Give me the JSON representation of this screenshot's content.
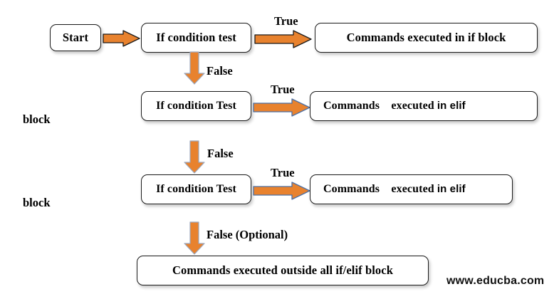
{
  "diagram": {
    "title": "Python if / elif / else flow chart",
    "colors": {
      "arrow_fill": "#E8822E",
      "arrow_fill_dark": "#D9731F",
      "arrow_outline_dark": "#1A1A1A",
      "arrow_outline_blue": "#4A6FA5",
      "box_border": "#1A1A1A",
      "box_fill": "#FFFFFF",
      "text": "#000000"
    }
  },
  "nodes": {
    "start": {
      "label": "Start"
    },
    "if_test_1": {
      "label": "If condition test"
    },
    "if_block_commands": {
      "label": "Commands executed in if block"
    },
    "if_test_2": {
      "label": "If condition Test"
    },
    "elif_commands_1": {
      "label_serif": "Commands    executed ",
      "label_sans": "in elif"
    },
    "if_test_3": {
      "label": "If condition Test"
    },
    "elif_commands_2": {
      "label_serif": "Commands    executed ",
      "label_sans": "in elif"
    },
    "outside_commands": {
      "label": "Commands executed outside all if/elif block"
    }
  },
  "edges": {
    "true_1": {
      "label": "True"
    },
    "true_2": {
      "label": "True"
    },
    "true_3": {
      "label": "True"
    },
    "false_1": {
      "label": "False"
    },
    "false_2": {
      "label": "False"
    },
    "false_optional": {
      "label": "False (Optional)"
    }
  },
  "side_labels": {
    "block_1": "block",
    "block_2": "block"
  },
  "watermark": {
    "text": "www.educba.com"
  }
}
